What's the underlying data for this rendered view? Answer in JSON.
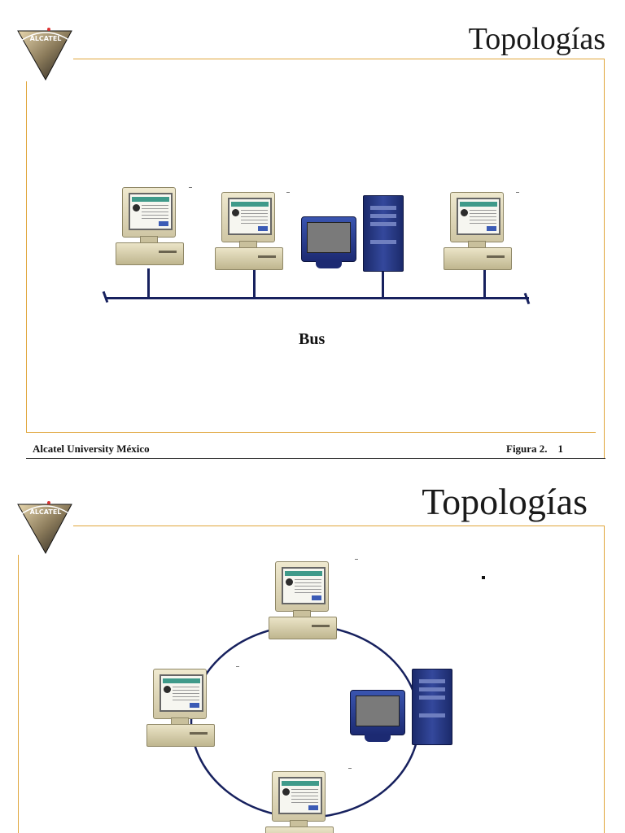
{
  "slide1": {
    "title": "Topologías",
    "caption": "Bus",
    "footer_left": "Alcatel University México",
    "footer_right": "Figura 2.    1"
  },
  "slide2": {
    "title": "Topologías"
  },
  "logo": {
    "text": "ALCATEL",
    "colors": {
      "triangle": "#2e2a26",
      "highlight": "#d9c9a3"
    }
  },
  "colors": {
    "frame": "#e0a53a",
    "network_line": "#17215e",
    "server": "#2a3c8c",
    "workstation": "#ddd5b4"
  },
  "icons": [
    "alcatel-logo",
    "workstation-icon",
    "server-icon"
  ]
}
